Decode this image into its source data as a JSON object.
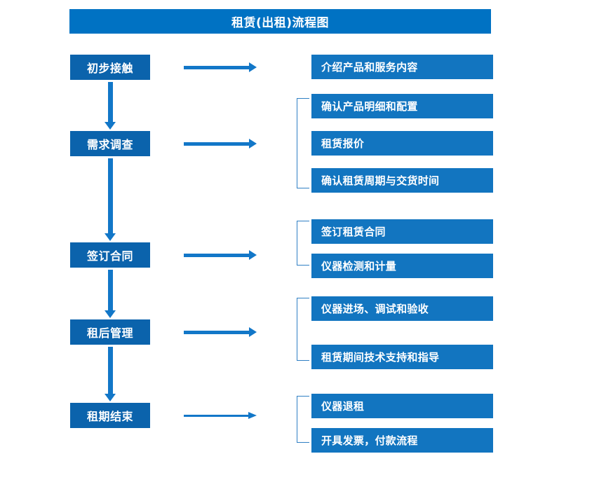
{
  "diagram": {
    "title": "租赁(出租)流程图",
    "colors": {
      "title_bar": "#0072c3",
      "stage_box": "#0b63ac",
      "detail_box": "#1275c0",
      "arrow": "#1277c8",
      "bracket": "#2f7fc4",
      "text": "#ffffff",
      "background": "#ffffff"
    },
    "stages": [
      {
        "label": "初步接触"
      },
      {
        "label": "需求调查"
      },
      {
        "label": "签订合同"
      },
      {
        "label": "租后管理"
      },
      {
        "label": "租期结束"
      }
    ],
    "details": [
      {
        "label": "介绍产品和服务内容"
      },
      {
        "label": "确认产品明细和配置"
      },
      {
        "label": "租赁报价"
      },
      {
        "label": "确认租赁周期与交货时间"
      },
      {
        "label": "签订租赁合同"
      },
      {
        "label": "仪器检测和计量"
      },
      {
        "label": "仪器进场、调试和验收"
      },
      {
        "label": "租赁期间技术支持和指导"
      },
      {
        "label": "仪器退租"
      },
      {
        "label": "开具发票，付款流程"
      }
    ],
    "groups": [
      {
        "stage": "需求调查",
        "detail_labels": [
          "确认产品明细和配置",
          "租赁报价",
          "确认租赁周期与交货时间"
        ]
      },
      {
        "stage": "签订合同",
        "detail_labels": [
          "签订租赁合同",
          "仪器检测和计量"
        ]
      },
      {
        "stage": "租后管理",
        "detail_labels": [
          "仪器进场、调试和验收",
          "租赁期间技术支持和指导"
        ]
      },
      {
        "stage": "租期结束",
        "detail_labels": [
          "仪器退租",
          "开具发票，付款流程"
        ]
      }
    ]
  }
}
